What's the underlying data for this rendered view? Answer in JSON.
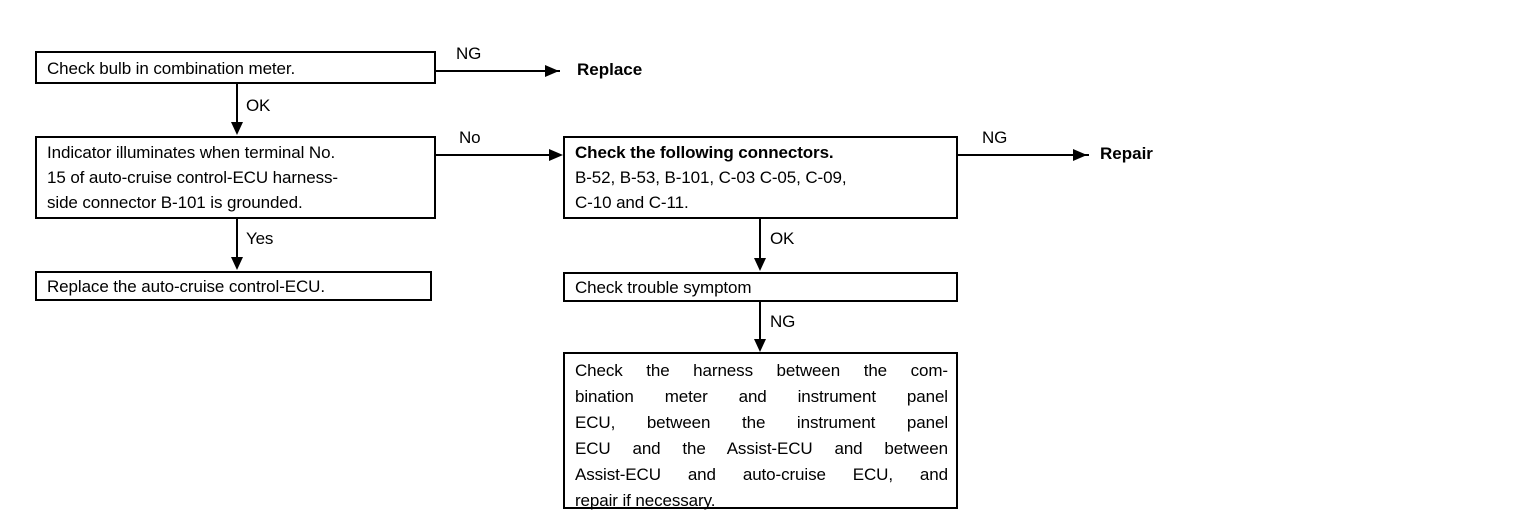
{
  "diagram": {
    "title": "Auto-cruise control indicator troubleshooting flowchart",
    "nodes": {
      "check_bulb": {
        "lines": [
          "Check bulb in combination meter."
        ]
      },
      "indicator_illuminates": {
        "lines": [
          "Indicator illuminates when terminal No.",
          "15 of auto-cruise control-ECU harness-",
          "side connector B-101 is grounded."
        ]
      },
      "replace_ecu": {
        "lines": [
          "Replace the auto-cruise control-ECU."
        ]
      },
      "check_connectors": {
        "lines": [
          "Check the following connectors.",
          "B-52, B-53, B-101, C-03 C-05, C-09,",
          "C-10 and C-11."
        ]
      },
      "check_trouble_symptom": {
        "lines": [
          "Check trouble symptom"
        ]
      },
      "check_harness": {
        "lines": [
          "Check the harness between the com-",
          "bination meter and instrument panel",
          "ECU, between the instrument panel",
          "ECU and the Assist-ECU and between",
          "Assist-ECU and auto-cruise ECU, and",
          "repair if necessary."
        ]
      }
    },
    "terminals": {
      "replace": "Replace",
      "repair": "Repair"
    },
    "edge_labels": {
      "bulb_ng": "NG",
      "bulb_ok": "OK",
      "indicator_no": "No",
      "indicator_yes": "Yes",
      "connectors_ng": "NG",
      "connectors_ok": "OK",
      "symptom_ng": "NG"
    },
    "colors": {
      "stroke": "#000000",
      "fill": "#ffffff",
      "text": "#000000"
    }
  }
}
